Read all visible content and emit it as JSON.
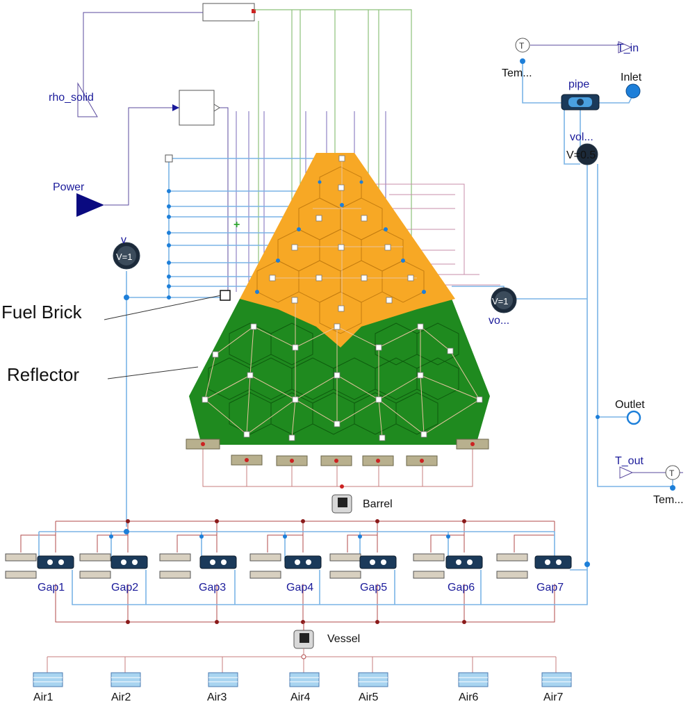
{
  "labels": {
    "rho_solid": "rho_solid",
    "power": "Power",
    "fuel_brick": "Fuel Brick",
    "reflector": "Reflector",
    "t_in": "T_in",
    "tem_top": "Tem...",
    "pipe": "pipe",
    "inlet": "Inlet",
    "vol_top": "vol...",
    "vol_top_value": "V=0.5",
    "v_left": "v",
    "v_left_value": "V=1",
    "vo_right": "vo...",
    "vo_right_value": "V=1",
    "outlet": "Outlet",
    "t_out": "T_out",
    "tem_bottom": "Tem...",
    "barrel": "Barrel",
    "vessel": "Vessel"
  },
  "gaps": [
    "Gap1",
    "Gap2",
    "Gap3",
    "Gap4",
    "Gap5",
    "Gap6",
    "Gap7"
  ],
  "airs": [
    "Air1",
    "Air2",
    "Air3",
    "Air4",
    "Air5",
    "Air6",
    "Air7"
  ],
  "colors": {
    "fuel": "#f7a825",
    "reflector": "#1f8a1f",
    "fluid_line": "#7ab4e6",
    "heat_line": "#c77c7c",
    "signal_line": "#5a4a9e",
    "control_line": "#8cc07a",
    "port_blue": "#1d7fd9"
  }
}
